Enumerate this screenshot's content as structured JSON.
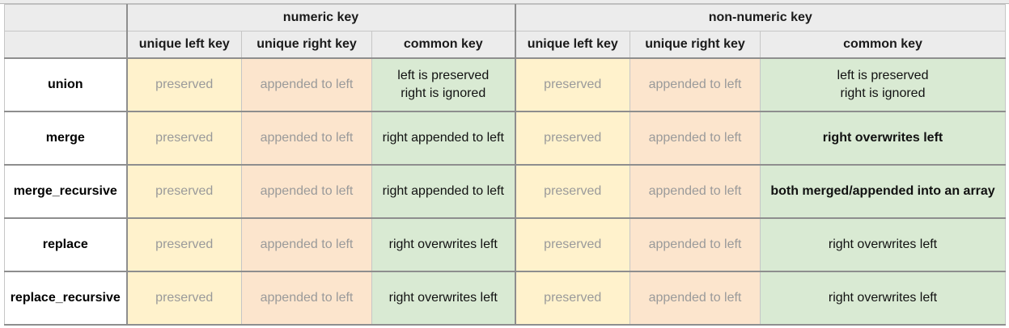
{
  "header": {
    "group_numeric": "numeric key",
    "group_non_numeric": "non-numeric key",
    "columns": [
      "unique left key",
      "unique right key",
      "common key",
      "unique left key",
      "unique right key",
      "common key"
    ]
  },
  "rows": [
    {
      "label": "union",
      "num_left": "preserved",
      "num_right": "appended to left",
      "num_common": [
        "left is preserved",
        "right is ignored"
      ],
      "non_left": "preserved",
      "non_right": "appended to left",
      "non_common": [
        "left is preserved",
        "right is ignored"
      ]
    },
    {
      "label": "merge",
      "num_left": "preserved",
      "num_right": "appended to left",
      "num_common": [
        "right appended to left"
      ],
      "non_left": "preserved",
      "non_right": "appended to left",
      "non_common": [
        "right overwrites left"
      ]
    },
    {
      "label": "merge_recursive",
      "num_left": "preserved",
      "num_right": "appended to left",
      "num_common": [
        "right appended to left"
      ],
      "non_left": "preserved",
      "non_right": "appended to left",
      "non_common": [
        "both merged/appended into an array"
      ]
    },
    {
      "label": "replace",
      "num_left": "preserved",
      "num_right": "appended to left",
      "num_common": [
        "right overwrites left"
      ],
      "non_left": "preserved",
      "non_right": "appended to left",
      "non_common": [
        "right overwrites left"
      ]
    },
    {
      "label": "replace_recursive",
      "num_left": "preserved",
      "num_right": "appended to left",
      "num_common": [
        "right overwrites left"
      ],
      "non_left": "preserved",
      "non_right": "appended to left",
      "non_common": [
        "right overwrites left"
      ]
    }
  ],
  "colors": {
    "header_bg": "#ececec",
    "unique_left_bg": "#fff2cc",
    "unique_right_bg": "#fce5cd",
    "common_bg": "#d9ead3",
    "muted_text": "#9a9a9a"
  }
}
